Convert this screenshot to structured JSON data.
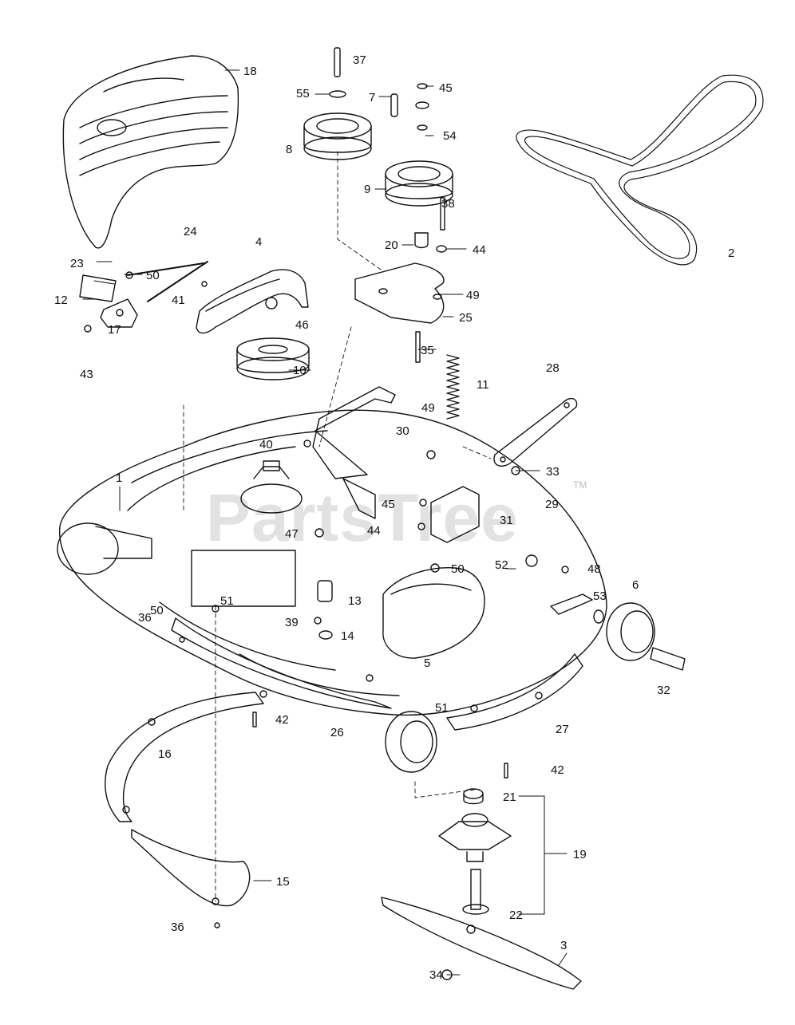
{
  "watermark": {
    "text": "PartsTree",
    "mark": "TM"
  },
  "callouts": [
    "1",
    "2",
    "3",
    "4",
    "5",
    "6",
    "7",
    "8",
    "9",
    "10",
    "11",
    "12",
    "13",
    "14",
    "15",
    "16",
    "17",
    "18",
    "19",
    "20",
    "21",
    "22",
    "23",
    "24",
    "25",
    "26",
    "27",
    "28",
    "29",
    "30",
    "31",
    "32",
    "33",
    "34",
    "35",
    "36",
    "36",
    "37",
    "38",
    "39",
    "40",
    "41",
    "42",
    "42",
    "43",
    "44",
    "44",
    "45",
    "45",
    "46",
    "47",
    "48",
    "49",
    "49",
    "50",
    "50",
    "50",
    "51",
    "51",
    "52",
    "53",
    "54",
    "55"
  ]
}
